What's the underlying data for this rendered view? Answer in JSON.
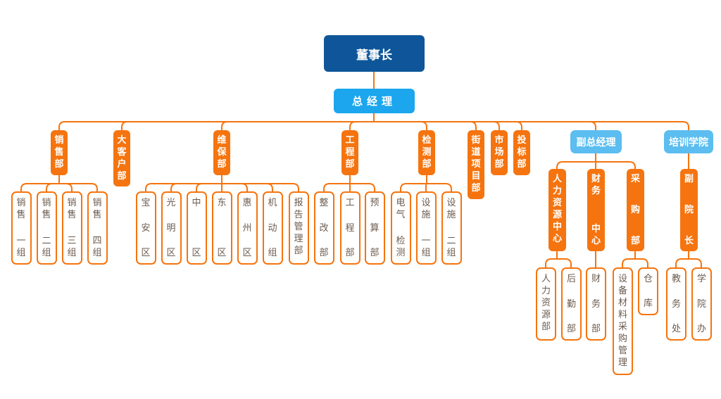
{
  "colors": {
    "chairman": "#0e5699",
    "gm": "#1ba6ee",
    "vice": "#5bbdf0",
    "dept": "#f5740f",
    "line": "#f5740f",
    "leaf_text": "#6b5b4e"
  },
  "root": {
    "label": "董事长"
  },
  "gm": {
    "label": "总经理"
  },
  "departments": [
    {
      "id": "sales",
      "label": "销售部",
      "children": [
        "销售一组",
        "销售二组",
        "销售三组",
        "销售四组"
      ]
    },
    {
      "id": "bigclient",
      "label": "大客户部",
      "children": []
    },
    {
      "id": "maint",
      "label": "维保部",
      "children": [
        "宝安区",
        "光明区",
        "中区",
        "东区",
        "惠州区",
        "机动组",
        "报告管理部"
      ]
    },
    {
      "id": "eng",
      "label": "工程部",
      "children": [
        "整改部",
        "工程部",
        "预算部"
      ]
    },
    {
      "id": "inspect",
      "label": "检测部",
      "children": [
        "电气检测",
        "设施一组",
        "设施二组"
      ]
    },
    {
      "id": "street",
      "label": "街道项目部",
      "children": []
    },
    {
      "id": "market",
      "label": "市场部",
      "children": []
    },
    {
      "id": "bid",
      "label": "投标部",
      "children": []
    },
    {
      "id": "vgm",
      "label": "副总经理",
      "children": [
        {
          "label": "人力资源中心",
          "children": [
            "人力资源部",
            "后勤部"
          ]
        },
        {
          "label": "财务中心",
          "children": [
            "财务部"
          ]
        },
        {
          "label": "采购部",
          "children": [
            "设备材料采购管理",
            "仓库"
          ]
        }
      ]
    },
    {
      "id": "academy",
      "label": "培训学院",
      "children": [
        {
          "label": "副院长",
          "children": [
            "教务处",
            "学院办"
          ]
        }
      ]
    }
  ]
}
